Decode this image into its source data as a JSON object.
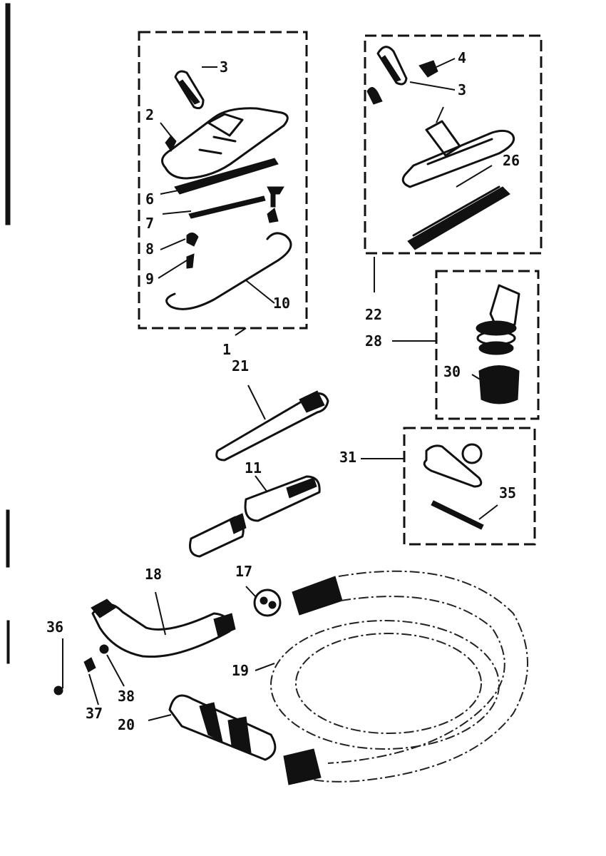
{
  "labels": {
    "p1": "1",
    "p2": "2",
    "p3a": "3",
    "p3b": "3",
    "p4": "4",
    "p6": "6",
    "p7": "7",
    "p8": "8",
    "p9": "9",
    "p10": "10",
    "p11": "11",
    "p17": "17",
    "p18": "18",
    "p19": "19",
    "p20": "20",
    "p21": "21",
    "p22": "22",
    "p26": "26",
    "p28": "28",
    "p30": "30",
    "p31": "31",
    "p35": "35",
    "p36": "36",
    "p37": "37",
    "p38": "38"
  }
}
